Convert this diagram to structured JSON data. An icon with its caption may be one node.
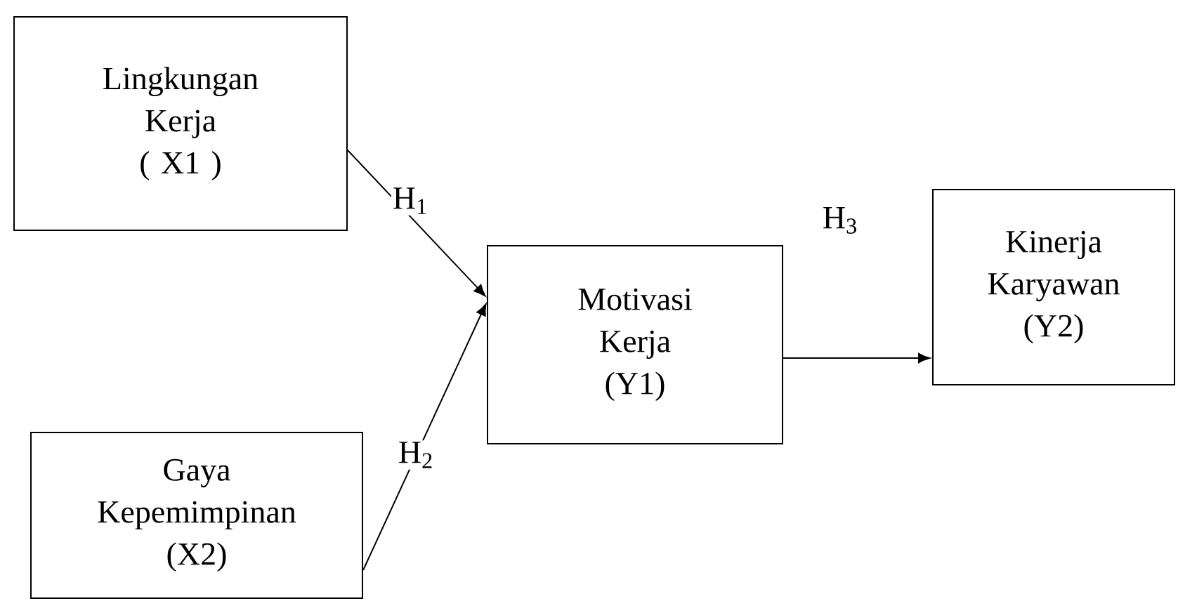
{
  "diagram": {
    "nodes": [
      {
        "text": [
          "Lingkungan Kerja",
          "( X1 )"
        ]
      },
      {
        "text": [
          "Gaya Kepemimpinan",
          "(X2)"
        ]
      },
      {
        "text": [
          "Motivasi Kerja",
          "(Y1)"
        ]
      },
      {
        "text": [
          "Kinerja Karyawan",
          "(Y2)"
        ]
      }
    ],
    "edges": [
      {
        "from": 0,
        "to": 2,
        "arrow": "to",
        "label": "H$_{1}$"
      },
      {
        "from": 1,
        "to": 2,
        "arrow": "to",
        "label": "H$_{2}$"
      },
      {
        "from": 2,
        "to": 3,
        "arrow": "to",
        "label": "H$_{3}$"
      }
    ]
  }
}
